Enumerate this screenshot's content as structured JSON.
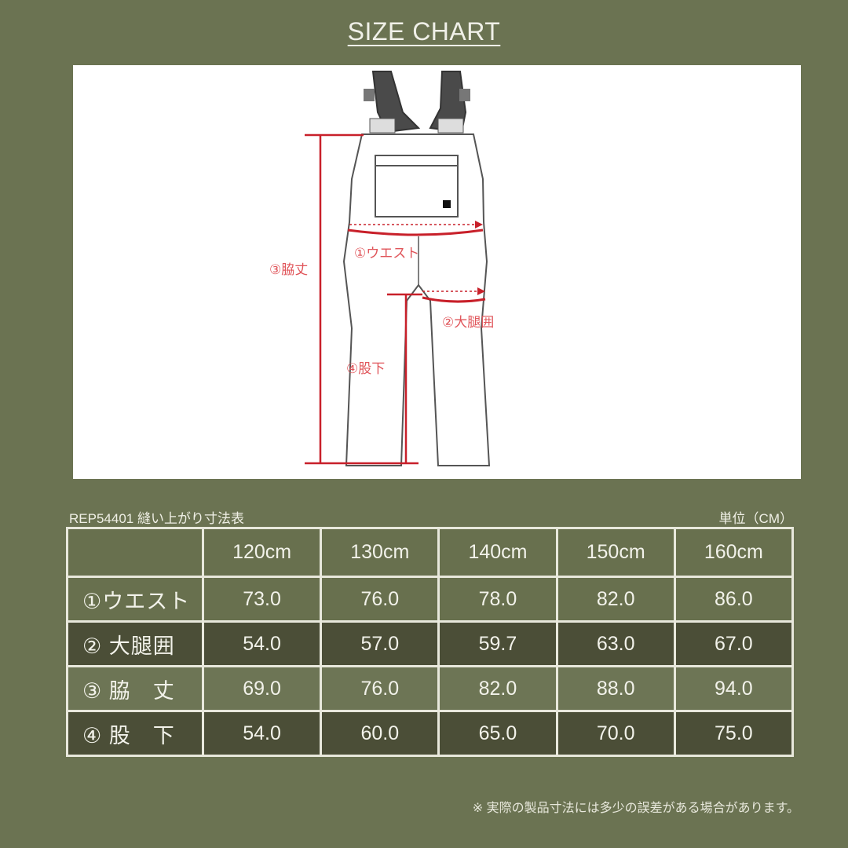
{
  "header": {
    "title": "SIZE CHART"
  },
  "diagram": {
    "labels": {
      "waist": "①ウエスト",
      "thigh": "②大腿囲",
      "side_length": "③脇丈",
      "inseam": "④股下"
    },
    "colors": {
      "annotation": "#c8202a",
      "garment_outline": "#555555",
      "straps": "#4a4a4a"
    }
  },
  "table": {
    "caption": "REP54401 縫い上がり寸法表",
    "unit": "単位（CM）",
    "columns": [
      "120cm",
      "130cm",
      "140cm",
      "150cm",
      "160cm"
    ],
    "rows": [
      {
        "label": "①ウエスト",
        "values": [
          "73.0",
          "76.0",
          "78.0",
          "82.0",
          "86.0"
        ]
      },
      {
        "label": "② 大腿囲",
        "values": [
          "54.0",
          "57.0",
          "59.7",
          "63.0",
          "67.0"
        ]
      },
      {
        "label": "③ 脇　丈",
        "values": [
          "69.0",
          "76.0",
          "82.0",
          "88.0",
          "94.0"
        ]
      },
      {
        "label": "④ 股　下",
        "values": [
          "54.0",
          "60.0",
          "65.0",
          "70.0",
          "75.0"
        ]
      }
    ]
  },
  "footnote": "※ 実際の製品寸法には多少の誤差がある場合があります。",
  "colors": {
    "background": "#6b7352",
    "row_dark": "#4b4e37",
    "row_light": "#68704e",
    "text": "#f2f2ea"
  }
}
